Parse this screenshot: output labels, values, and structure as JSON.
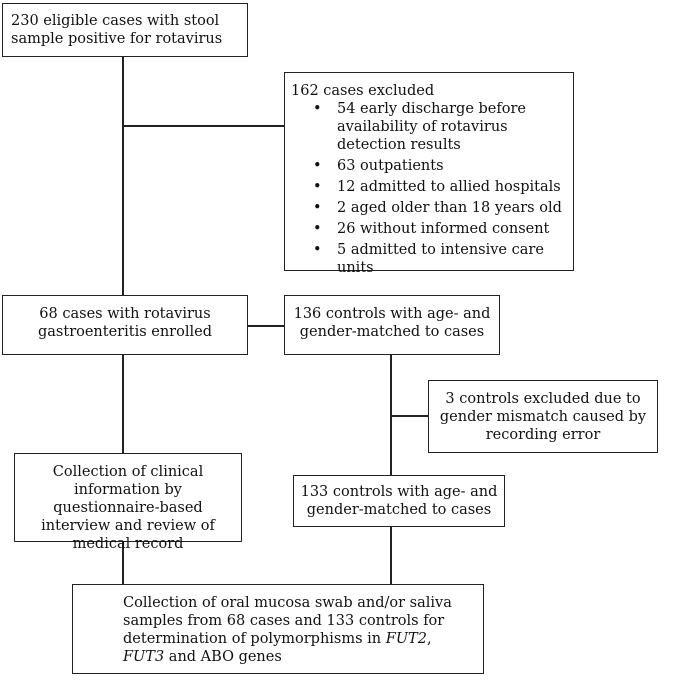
{
  "boxes": {
    "eligible": "230 eligible cases with stool sample positive for rotavirus",
    "excluded_title": "162 cases excluded",
    "excluded_items": [
      "54 early discharge before availability of rotavirus detection results",
      "63 outpatients",
      "12 admitted to allied hospitals",
      "2 aged older than 18 years old",
      "26 without informed consent",
      "5 admitted to intensive care units"
    ],
    "cases_enrolled": "68 cases with rotavirus gastroenteritis enrolled",
    "controls_136": "136 controls with age- and gender-matched to cases",
    "controls_excluded": "3 controls excluded due to gender mismatch caused by recording error",
    "clinical_info": "Collection of clinical information by questionnaire-based interview and review of medical record",
    "controls_133": "133 controls with age- and gender-matched to cases",
    "final": {
      "part1": "Collection of oral mucosa swab and/or saliva samples from 68 cases and 133 controls for determination of polymorphisms in ",
      "gene1": "FUT2",
      "sep": ", ",
      "gene2": "FUT3",
      "part2": " and ABO genes"
    }
  }
}
